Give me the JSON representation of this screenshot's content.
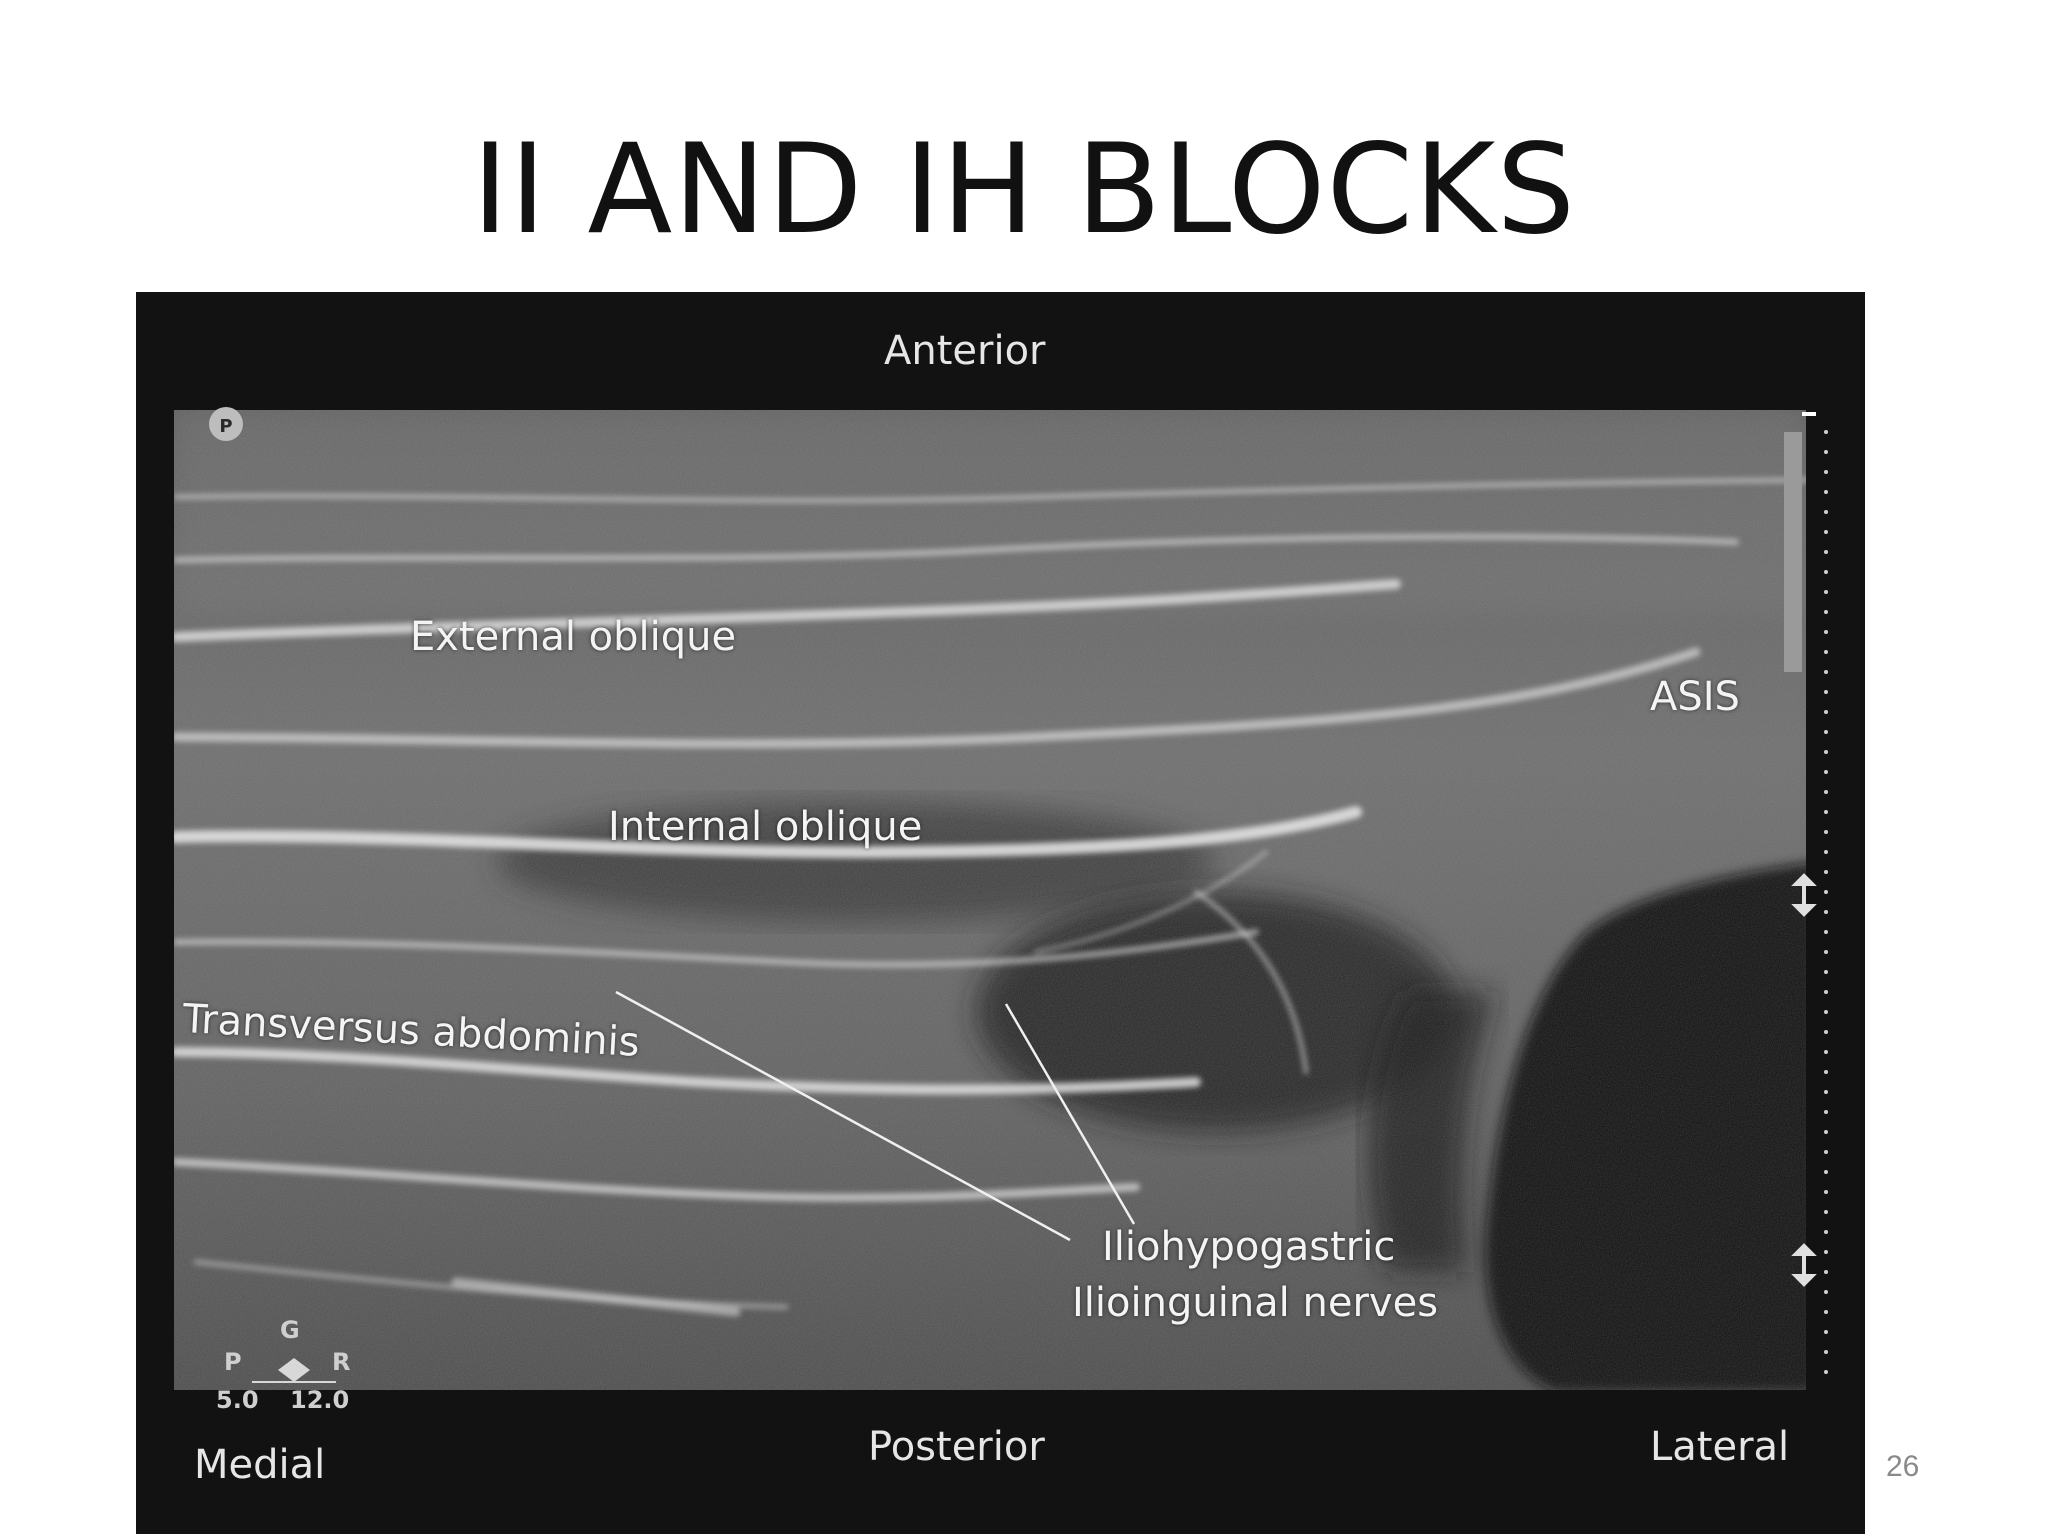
{
  "slide": {
    "title": "II AND IH BLOCKS",
    "page_number": "26"
  },
  "ultrasound": {
    "orientation": {
      "top": "Anterior",
      "bottom": "Posterior",
      "bottom_left": "Medial",
      "bottom_right": "Lateral"
    },
    "structures": {
      "external_oblique": "External oblique",
      "internal_oblique": "Internal oblique",
      "transversus_abdominis": "Transversus abdominis",
      "asis": "ASIS",
      "nerves_line1": "Iliohypogastric",
      "nerves_line2": "Ilioinguinal nerves"
    },
    "probe_marker": "P",
    "probe_info": {
      "top": "G",
      "left": "P",
      "right": "R",
      "depth": "5.0",
      "frequency": "12.0"
    }
  }
}
